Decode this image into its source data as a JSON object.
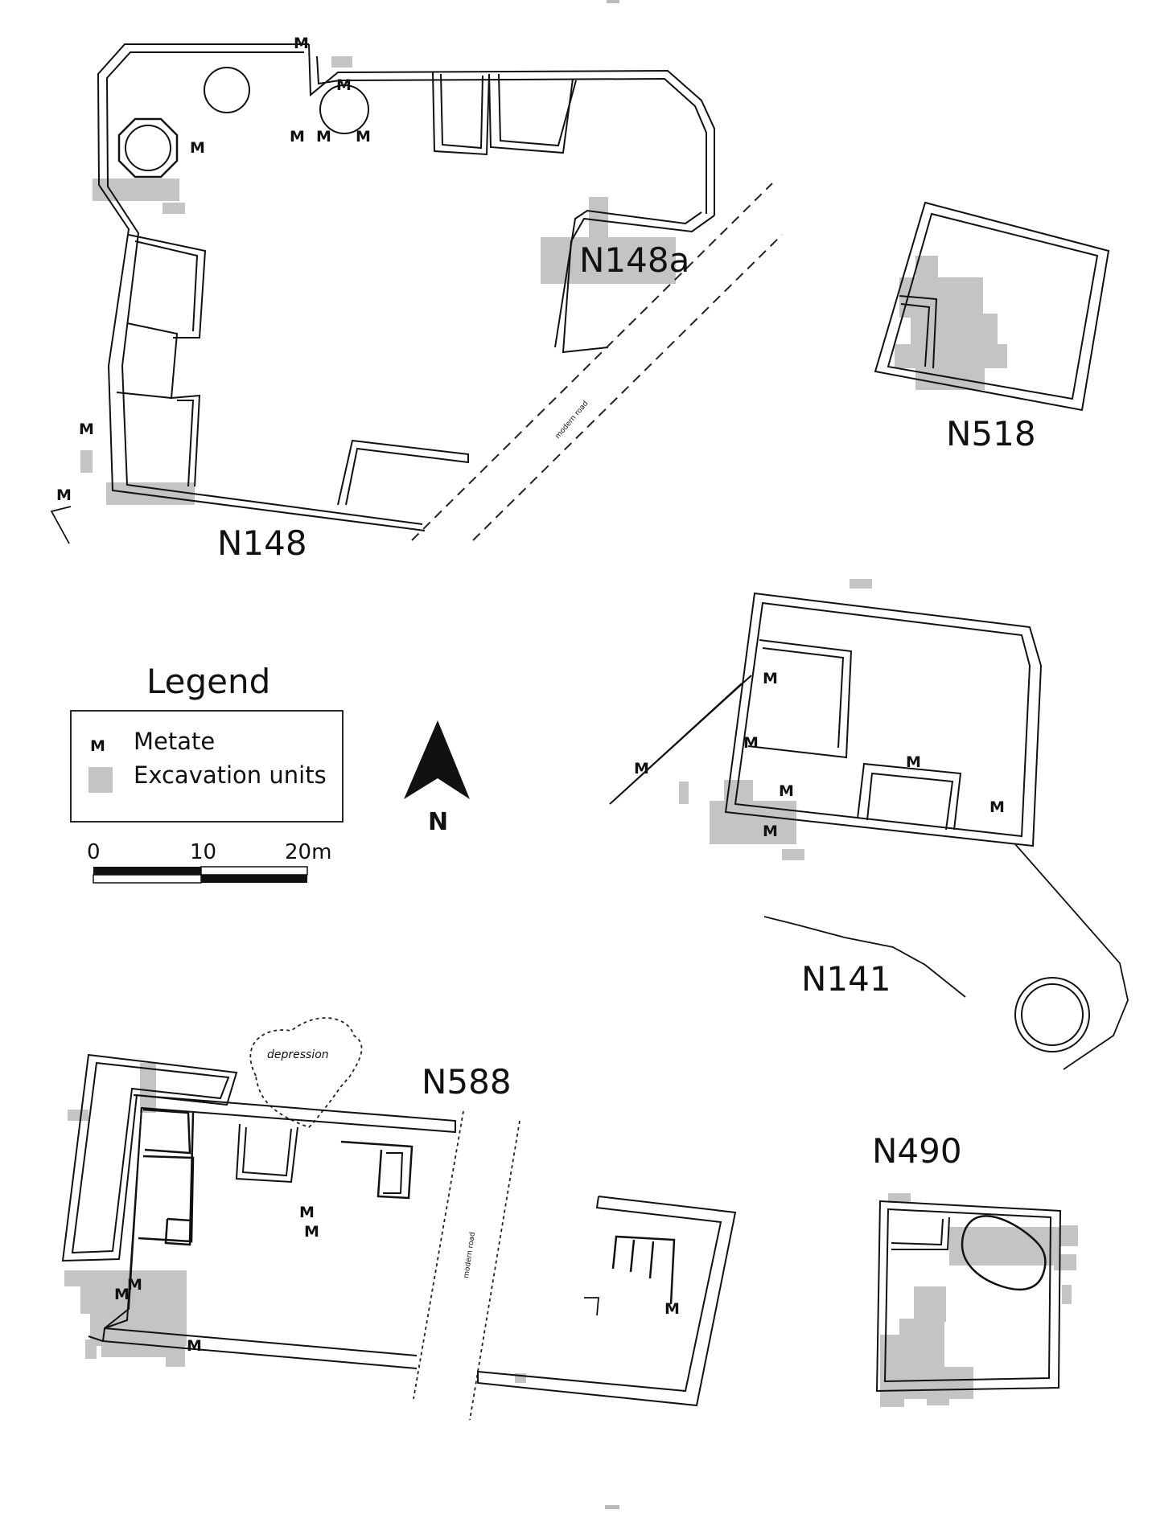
{
  "sites": {
    "n148": "N148",
    "n148a": "N148a",
    "n518": "N518",
    "n141": "N141",
    "n588": "N588",
    "n490": "N490"
  },
  "metate_marker": "M",
  "annotations": {
    "modern_road": "modern road",
    "depression": "depression"
  },
  "legend": {
    "title": "Legend",
    "metate_label": "Metate",
    "excavation_label": "Excavation units"
  },
  "north_label": "N",
  "scale": {
    "tick_0": "0",
    "tick_10": "10",
    "tick_20": "20m"
  },
  "colors": {
    "excavation_unit": "#c4c4c4",
    "line": "#111111"
  }
}
